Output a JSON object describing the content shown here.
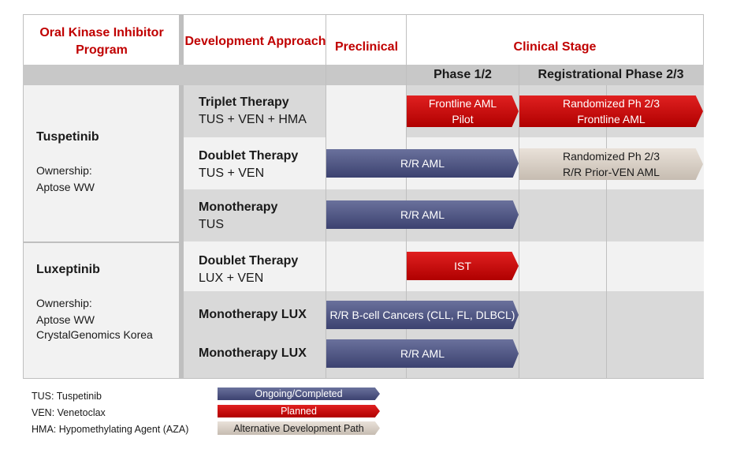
{
  "headers": {
    "program": "Oral Kinase Inhibitor Program",
    "approach": "Development Approach",
    "preclinical": "Preclinical",
    "clinical": "Clinical Stage",
    "phase12": "Phase 1/2",
    "phase23": "Registrational Phase 2/3"
  },
  "programs": [
    {
      "name": "Tuspetinib",
      "ownership_label": "Ownership:",
      "owners": [
        "Aptose WW"
      ]
    },
    {
      "name": "Luxeptinib",
      "ownership_label": "Ownership:",
      "owners": [
        "Aptose WW",
        "CrystalGenomics Korea"
      ]
    }
  ],
  "rows": [
    {
      "title": "Triplet Therapy",
      "sub": "TUS + VEN + HMA"
    },
    {
      "title": "Doublet Therapy",
      "sub": "TUS + VEN"
    },
    {
      "title": "Monotherapy",
      "sub": "TUS"
    },
    {
      "title": "Doublet Therapy",
      "sub": "LUX + VEN"
    },
    {
      "title": "Monotherapy LUX",
      "sub": ""
    },
    {
      "title": "Monotherapy LUX",
      "sub": ""
    }
  ],
  "bars": [
    {
      "label": "Frontline AML\nPilot",
      "status": "planned"
    },
    {
      "label": "Randomized Ph 2/3\nFrontline AML",
      "status": "planned"
    },
    {
      "label": "R/R AML",
      "status": "ongoing"
    },
    {
      "label": "Randomized Ph 2/3\nR/R Prior-VEN AML",
      "status": "alternative"
    },
    {
      "label": "R/R AML",
      "status": "ongoing"
    },
    {
      "label": "IST",
      "status": "planned"
    },
    {
      "label": "R/R B-cell Cancers (CLL, FL, DLBCL)",
      "status": "ongoing"
    },
    {
      "label": "R/R AML",
      "status": "ongoing"
    }
  ],
  "abbreviations": [
    "TUS: Tuspetinib",
    "VEN: Venetoclax",
    "HMA: Hypomethylating Agent (AZA)"
  ],
  "legend": [
    {
      "label": "Ongoing/Completed",
      "status": "ongoing"
    },
    {
      "label": "Planned",
      "status": "planned"
    },
    {
      "label": "Alternative Development Path",
      "status": "alternative"
    }
  ],
  "colors": {
    "header_red": "#c00000",
    "planned": "#c00000",
    "ongoing": "#4a5080",
    "alternative": "#d6cdc3",
    "band_gray": "#c8c8c8"
  }
}
